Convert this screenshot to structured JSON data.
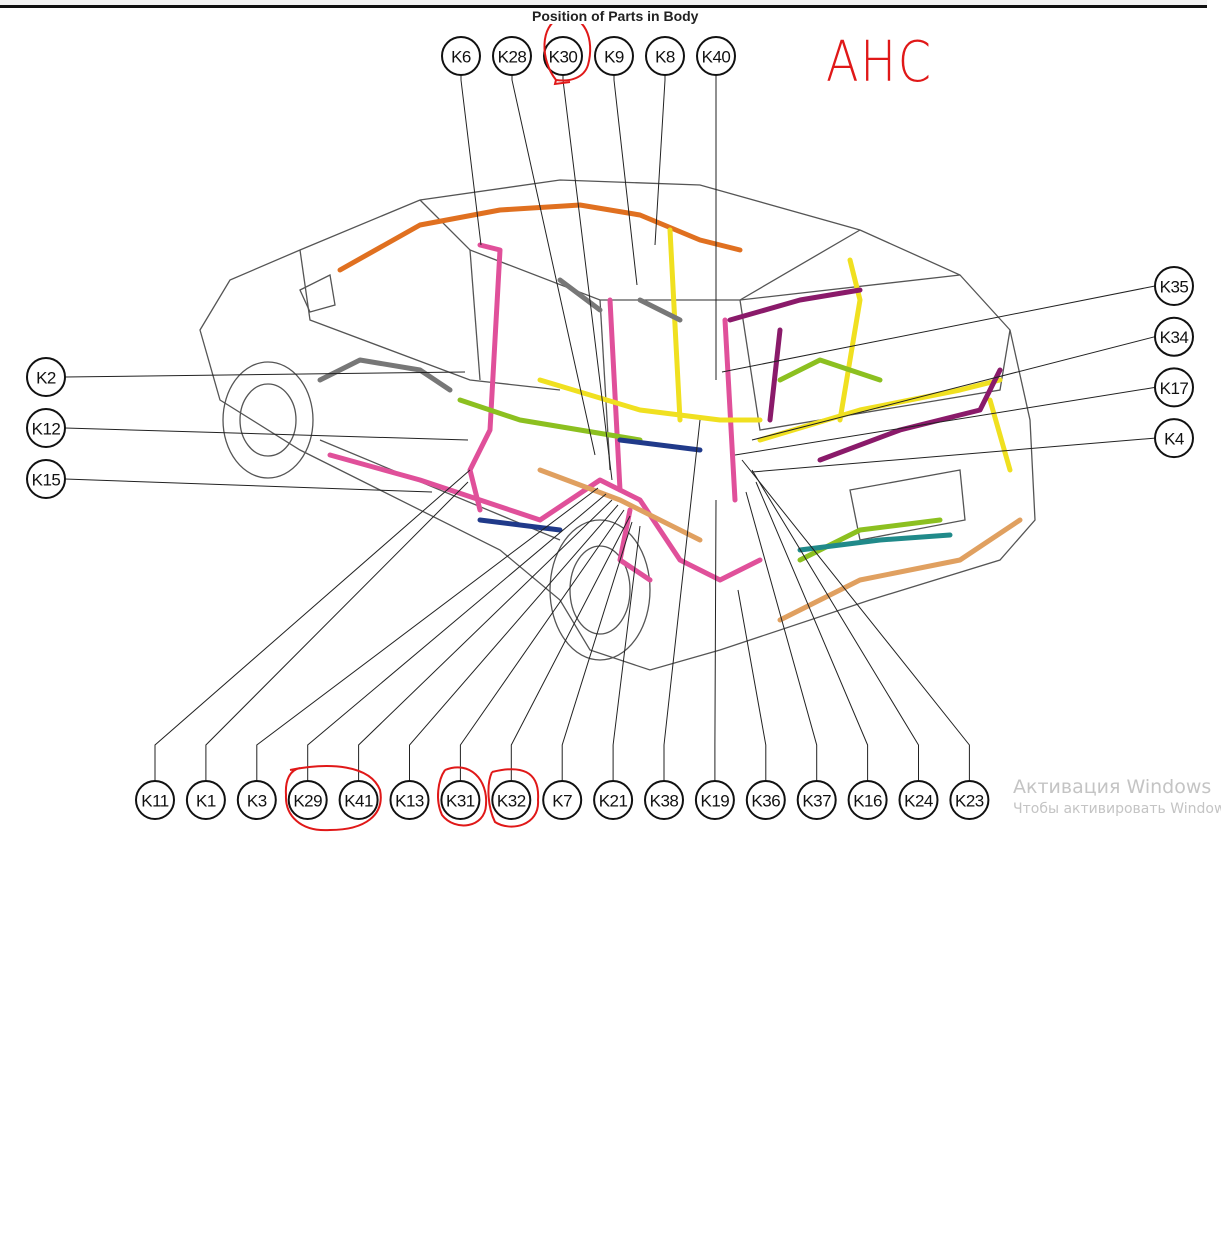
{
  "header": {
    "title": "Position of Parts in Body"
  },
  "annotation": {
    "handwritten_text": "AHC",
    "color": "#e01818"
  },
  "connectors": {
    "top": [
      "K6",
      "K28",
      "K30",
      "K9",
      "K8",
      "K40"
    ],
    "left": [
      "K2",
      "K12",
      "K15"
    ],
    "right": [
      "K35",
      "K34",
      "K17",
      "K4"
    ],
    "bottom": [
      "K11",
      "K1",
      "K3",
      "K29",
      "K41",
      "K13",
      "K31",
      "K32",
      "K7",
      "K21",
      "K38",
      "K19",
      "K36",
      "K37",
      "K16",
      "K24",
      "K23"
    ]
  },
  "highlighted": [
    "K30",
    "K29",
    "K41",
    "K31",
    "K32"
  ],
  "harness_colors": {
    "pink": "#e0509a",
    "yellow": "#f0e020",
    "green": "#8cc020",
    "purple": "#8a1a6a",
    "orange": "#e07020",
    "teal": "#208a8a",
    "darkblue": "#203a8a",
    "tan": "#e0a060"
  },
  "watermark": {
    "line1": "Активация Windows",
    "line2": "Чтобы активировать Windows"
  }
}
